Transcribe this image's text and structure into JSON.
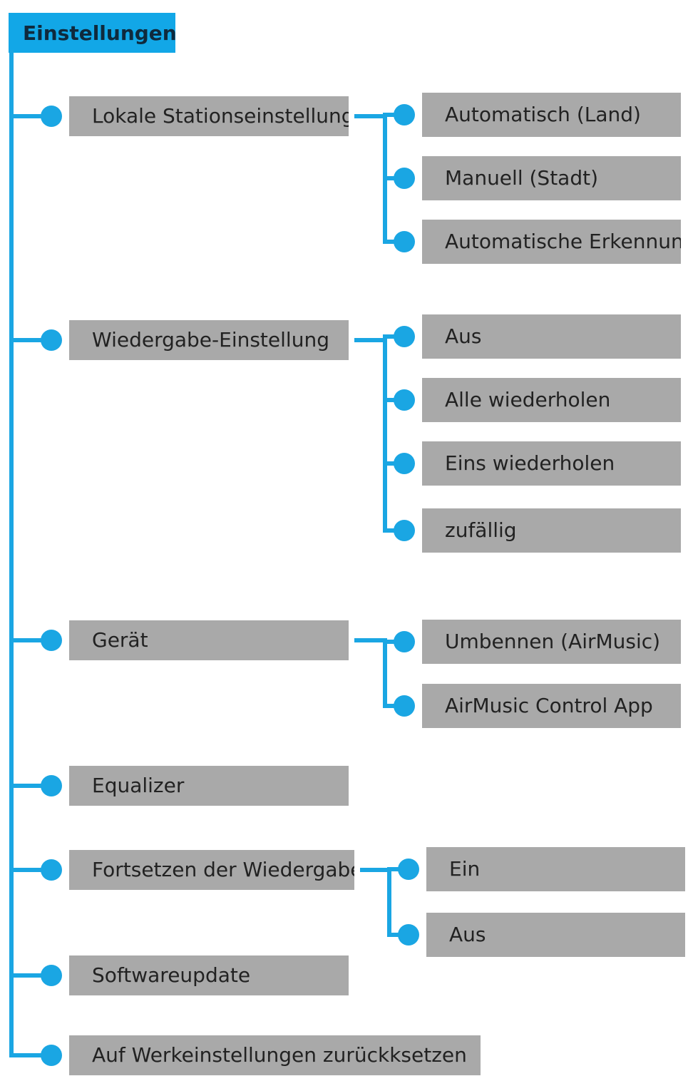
{
  "title": "Einstellungen",
  "colors": {
    "accent": "#1aa6e3",
    "box": "#a9a9a9",
    "text": "#222222"
  },
  "menu": [
    {
      "label": "Lokale Stationseinstellung",
      "children": [
        "Automatisch (Land)",
        "Manuell (Stadt)",
        "Automatische Erkennung"
      ]
    },
    {
      "label": "Wiedergabe-Einstellung",
      "children": [
        "Aus",
        "Alle wiederholen",
        "Eins wiederholen",
        "zufällig"
      ]
    },
    {
      "label": "Gerät",
      "children": [
        "Umbennen (AirMusic)",
        "AirMusic Control App"
      ]
    },
    {
      "label": "Equalizer",
      "children": []
    },
    {
      "label": "Fortsetzen der Wiedergabe",
      "children": [
        "Ein",
        "Aus"
      ]
    },
    {
      "label": "Softwareupdate",
      "children": []
    },
    {
      "label": "Auf Werkeinstellungen zurückksetzen",
      "children": []
    }
  ]
}
